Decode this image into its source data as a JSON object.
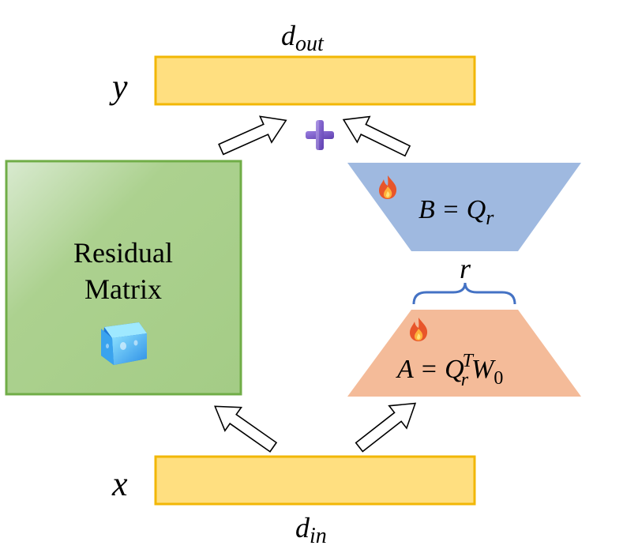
{
  "labels": {
    "y": "y",
    "x": "x",
    "d_out": {
      "base": "d",
      "sub": "out"
    },
    "d_in": {
      "base": "d",
      "sub": "in"
    },
    "plus": "+",
    "rank": "r"
  },
  "residual": {
    "line1": "Residual",
    "line2": "Matrix",
    "icon": "ice-cube-icon"
  },
  "matrix_b": {
    "icon": "fire-icon",
    "lhs": "B = Q",
    "sub": "r"
  },
  "matrix_a": {
    "icon": "fire-icon",
    "lhs": "A = Q",
    "sub": "r",
    "sup": "T",
    "rhs": "W",
    "rhs_sub": "0"
  },
  "colors": {
    "io_bar_fill": "#ffdf80",
    "io_bar_stroke": "#f2b705",
    "residual_fill": "#a9d18e",
    "residual_stroke": "#70ad47",
    "b_fill": "#9fb9e0",
    "a_fill": "#f4bb99",
    "brace": "#4472c4",
    "plus": "#7b5cc4"
  }
}
